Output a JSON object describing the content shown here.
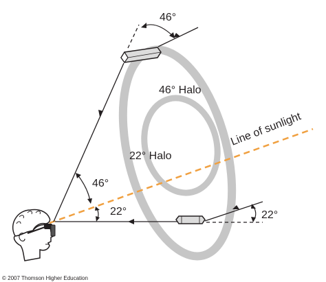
{
  "labels": {
    "angle_46_top": "46°",
    "halo_46": "46° Halo",
    "halo_22": "22° Halo",
    "sunlight": "Line of sunlight",
    "angle_46_eye": "46°",
    "angle_22_eye": "22°",
    "angle_22_right": "22°"
  },
  "copyright": "© 2007 Thomson Higher Education",
  "colors": {
    "halo": "#c6c6c6",
    "sunlight": "#f0a040",
    "ink": "#231f20",
    "crystal": "#dcdcdc"
  }
}
